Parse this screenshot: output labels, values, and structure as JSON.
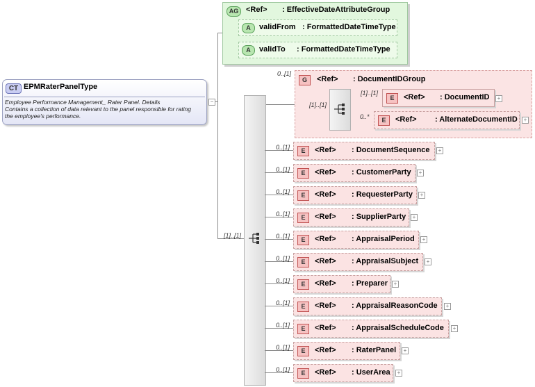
{
  "complex_type": {
    "badge": "CT",
    "name": "EPMRaterPanelType",
    "doc_line1": "Employee Performance Management_ Rater Panel. Details",
    "doc_line2": "Contains a collection of data relevant to the panel responsible for rating",
    "doc_line3": "the employee's performance."
  },
  "attribute_group": {
    "badge": "AG",
    "ref": "<Ref>",
    "name": ": EffectiveDateAttributeGroup",
    "attributes": [
      {
        "badge": "A",
        "name": "validFrom",
        "type": ": FormattedDateTimeType"
      },
      {
        "badge": "A",
        "name": "validTo",
        "type": ": FormattedDateTimeType"
      }
    ]
  },
  "main_sequence": {
    "cardinality": "[1]..[1]"
  },
  "group": {
    "badge": "G",
    "cardinality": "0..[1]",
    "ref": "<Ref>",
    "name": ": DocumentIDGroup",
    "sequence_cardinality": "[1]..[1]",
    "elements": [
      {
        "badge": "E",
        "cardinality": "[1]..[1]",
        "ref": "<Ref>",
        "name": ": DocumentID"
      },
      {
        "badge": "E",
        "cardinality": "0..*",
        "ref": "<Ref>",
        "name": ": AlternateDocumentID"
      }
    ]
  },
  "elements": [
    {
      "badge": "E",
      "cardinality": "0..[1]",
      "ref": "<Ref>",
      "name": ": DocumentSequence"
    },
    {
      "badge": "E",
      "cardinality": "0..[1]",
      "ref": "<Ref>",
      "name": ": CustomerParty"
    },
    {
      "badge": "E",
      "cardinality": "0..[1]",
      "ref": "<Ref>",
      "name": ": RequesterParty"
    },
    {
      "badge": "E",
      "cardinality": "0..[1]",
      "ref": "<Ref>",
      "name": ": SupplierParty"
    },
    {
      "badge": "E",
      "cardinality": "0..[1]",
      "ref": "<Ref>",
      "name": ": AppraisalPeriod"
    },
    {
      "badge": "E",
      "cardinality": "0..[1]",
      "ref": "<Ref>",
      "name": ": AppraisalSubject"
    },
    {
      "badge": "E",
      "cardinality": "0..[1]",
      "ref": "<Ref>",
      "name": ": Preparer"
    },
    {
      "badge": "E",
      "cardinality": "0..[1]",
      "ref": "<Ref>",
      "name": ": AppraisalReasonCode"
    },
    {
      "badge": "E",
      "cardinality": "0..[1]",
      "ref": "<Ref>",
      "name": ": AppraisalScheduleCode"
    },
    {
      "badge": "E",
      "cardinality": "0..[1]",
      "ref": "<Ref>",
      "name": ": RaterPanel"
    },
    {
      "badge": "E",
      "cardinality": "0..[1]",
      "ref": "<Ref>",
      "name": ": UserArea"
    }
  ],
  "icons": {
    "expand": "plus-icon",
    "collapse": "minus-icon",
    "sequence": "sequence-compositor-icon"
  }
}
